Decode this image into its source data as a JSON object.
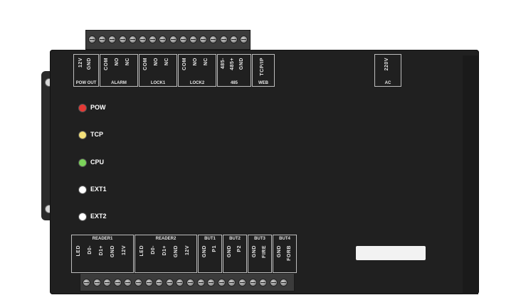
{
  "top_labels": {
    "pow": [
      "12V",
      "GND"
    ],
    "alarm": [
      "COM",
      "NO",
      "NC"
    ],
    "lock1": [
      "COM",
      "NO",
      "NC"
    ],
    "lock2": [
      "COM",
      "NO",
      "NC"
    ],
    "rs485": [
      "485-",
      "485+",
      "GND"
    ],
    "web": [
      "TCP/IP"
    ],
    "ac": [
      "220V"
    ]
  },
  "top_groups": {
    "pow": "POW OUT",
    "alarm": "ALARM",
    "lock1": "LOCK1",
    "lock2": "LOCK2",
    "rs485": "485",
    "web": "WEB",
    "ac": "AC"
  },
  "leds": [
    {
      "label": "POW",
      "color": "#e53935"
    },
    {
      "label": "TCP",
      "color": "#f3e07a"
    },
    {
      "label": "CPU",
      "color": "#7bd35a"
    },
    {
      "label": "EXT1",
      "color": "#ffffff"
    },
    {
      "label": "EXT2",
      "color": "#ffffff"
    }
  ],
  "bottom_groups": {
    "reader1": "READER1",
    "reader2": "READER2",
    "but1": "BUT1",
    "but2": "BUT2",
    "but3": "BUT3",
    "but4": "BUT4"
  },
  "bottom_labels": {
    "reader1": [
      "LED",
      "D0-",
      "D1+",
      "GND",
      "12V"
    ],
    "reader2": [
      "LED",
      "D0-",
      "D1+",
      "GND",
      "12V"
    ],
    "but1": [
      "GND",
      "P1"
    ],
    "but2": [
      "GND",
      "P2"
    ],
    "but3": [
      "GND",
      "FIRE"
    ],
    "but4": [
      "GND",
      "FORB"
    ]
  }
}
